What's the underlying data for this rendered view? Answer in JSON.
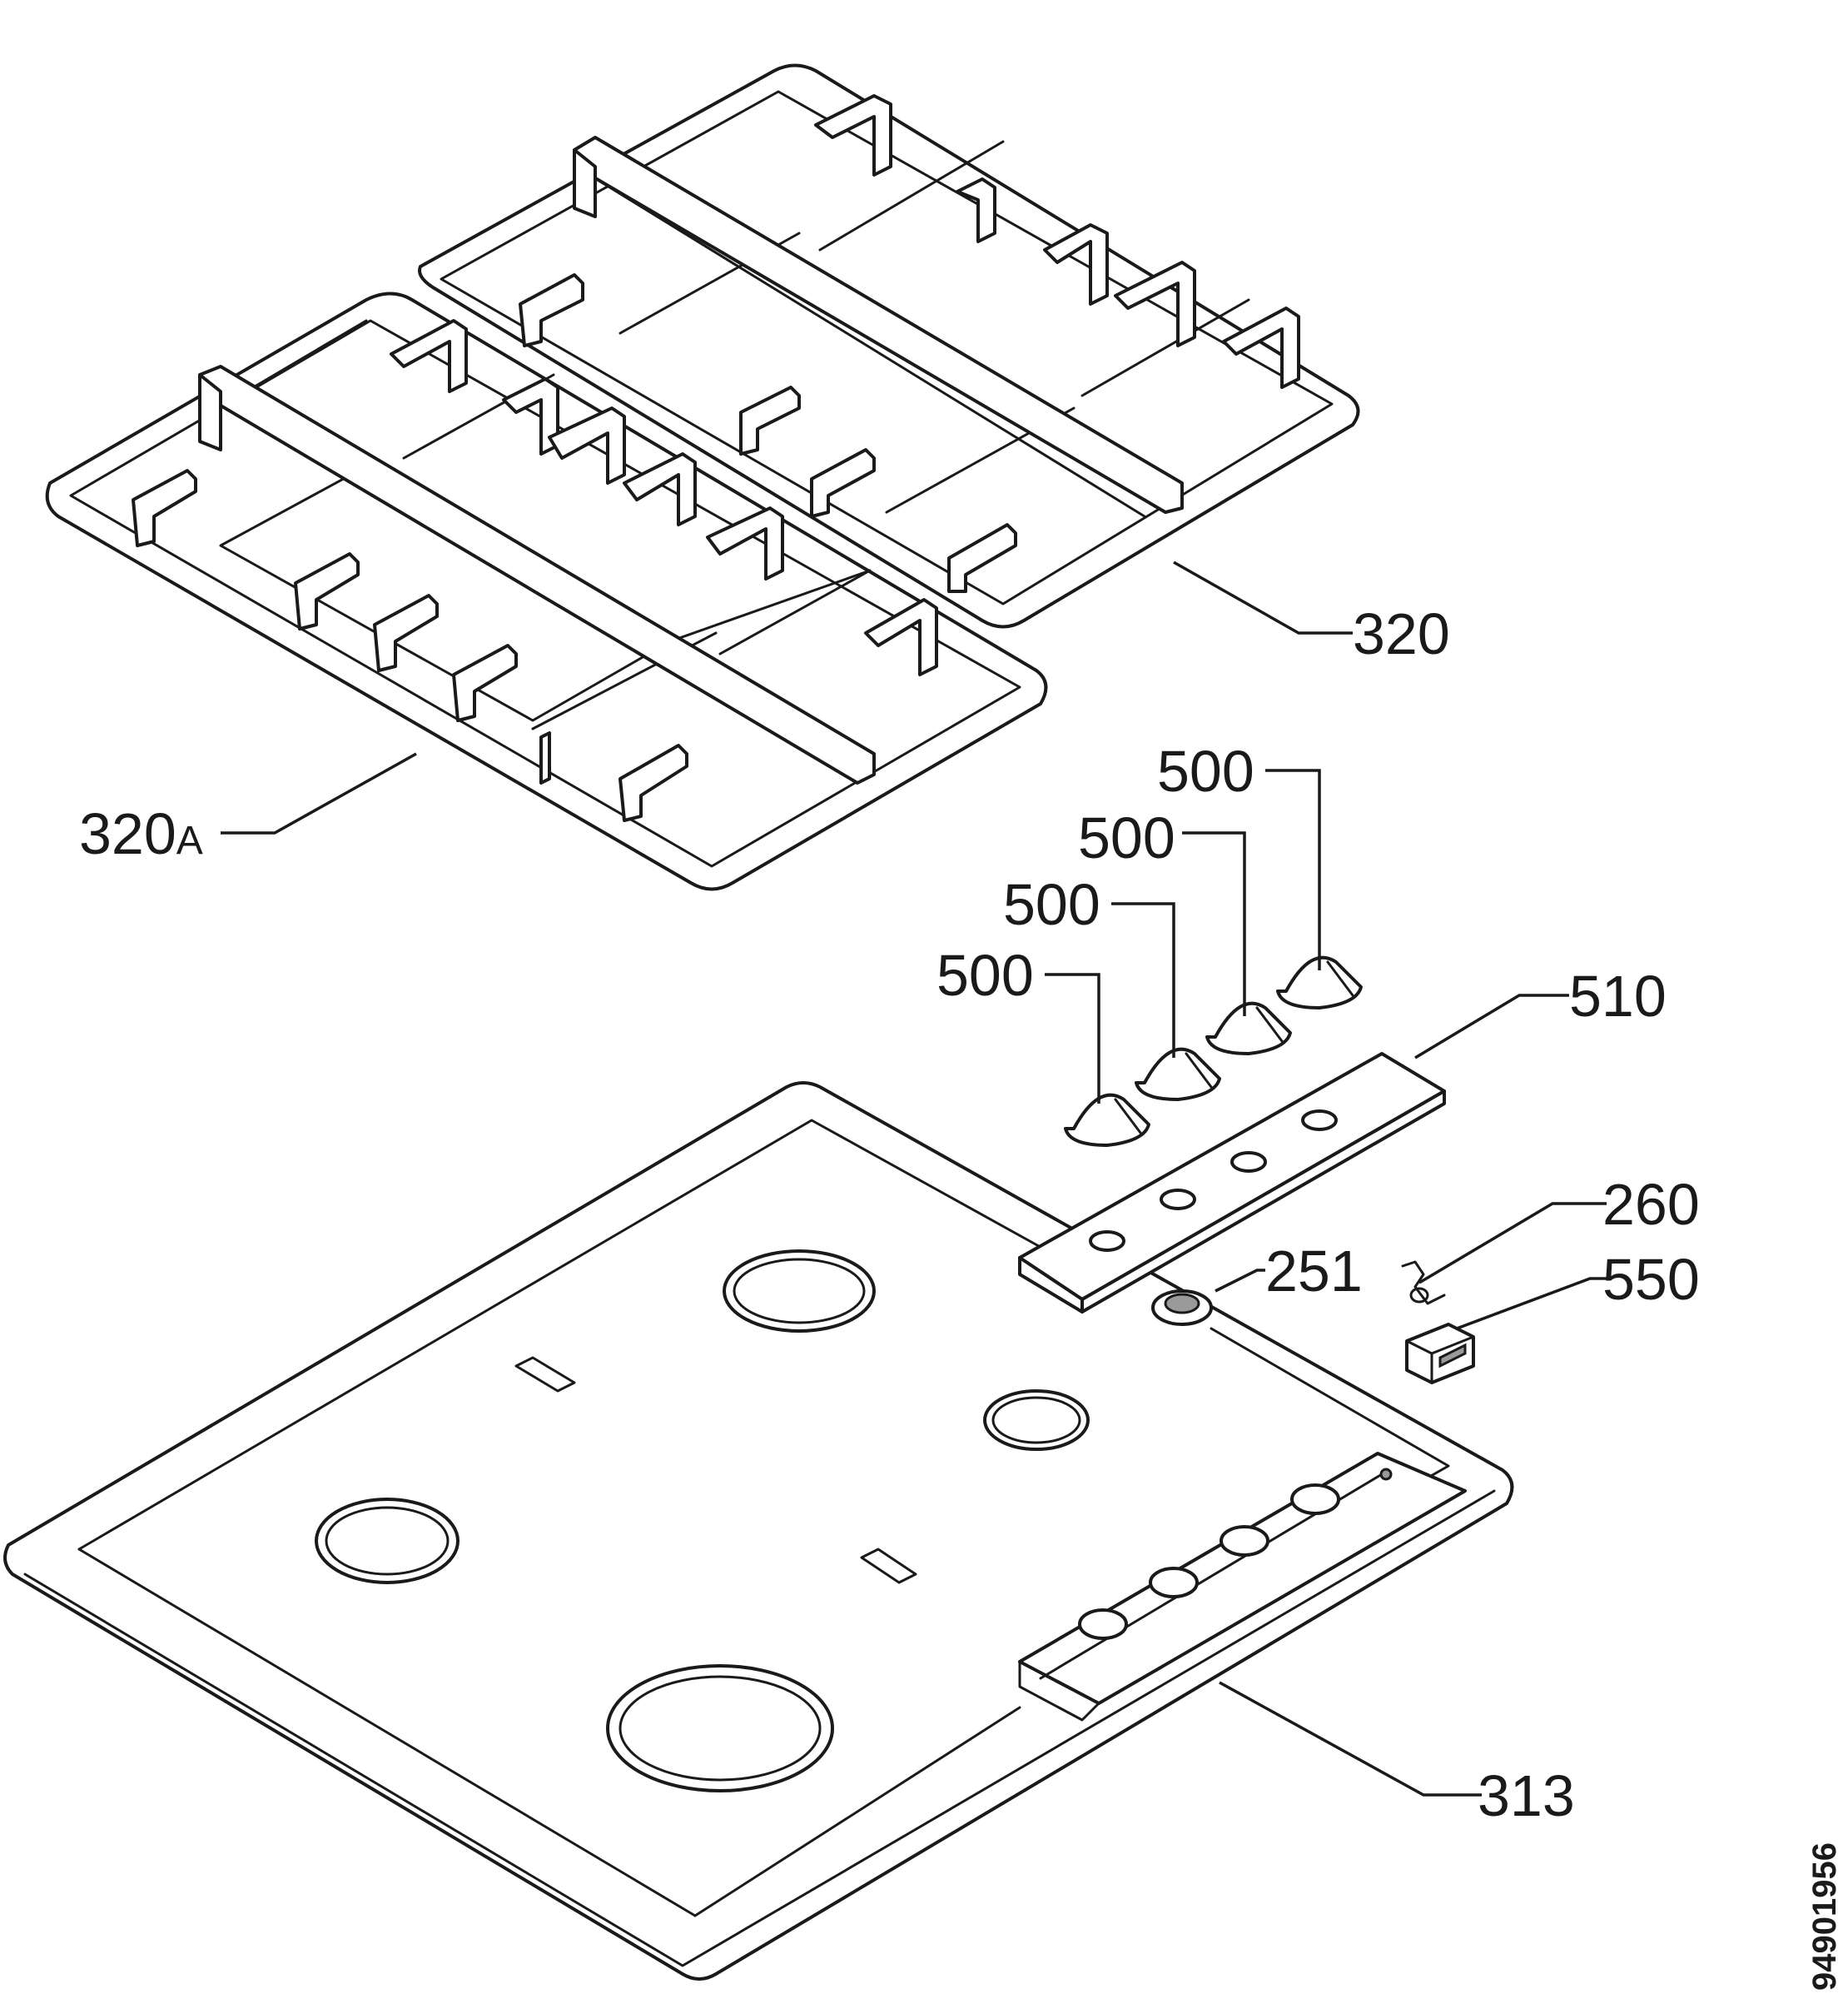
{
  "labels": {
    "grid_right": "320",
    "grid_left_main": "320",
    "grid_left_suffix": "A",
    "knob_1": "500",
    "knob_2": "500",
    "knob_3": "500",
    "knob_4": "500",
    "control_panel": "510",
    "part_260": "260",
    "part_251": "251",
    "part_550": "550",
    "hob_top": "313"
  },
  "document_number": "94901956"
}
